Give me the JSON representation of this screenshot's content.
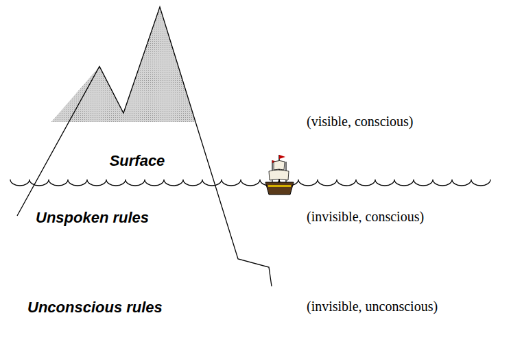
{
  "diagram": {
    "labels": [
      "Surface",
      "(visible, conscious)",
      "Unspoken rules",
      "(invisible, conscious)",
      "Unconscious rules",
      "(invisible, unconscious)"
    ]
  }
}
